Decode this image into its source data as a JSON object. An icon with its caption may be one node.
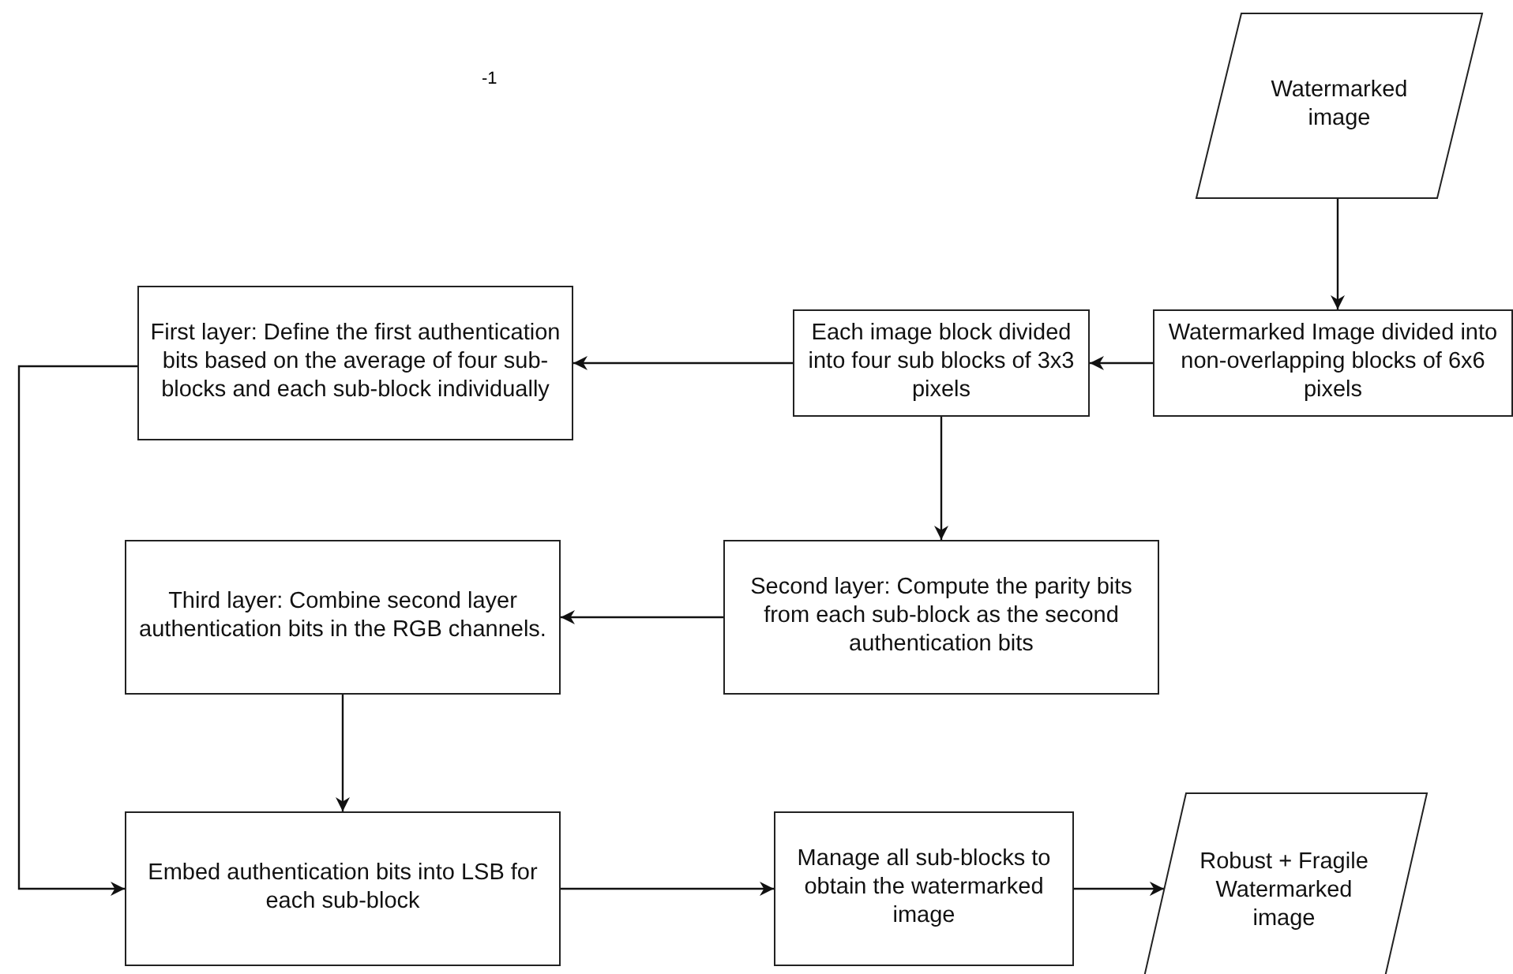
{
  "diagram": {
    "nodes": [
      {
        "text": [
          "Watermarked image"
        ]
      },
      {
        "text": [
          "Watermarked Image divided into non-overlapping blocks of 6x6 pixels"
        ]
      },
      {
        "text": [
          "Each image block divided into four sub blocks of 3x3 pixels"
        ]
      },
      {
        "text": [
          "First layer: Define the first authentication bits based on the average of four sub-blocks and each sub-block individually"
        ]
      },
      {
        "text": [
          "Second layer: Compute the parity bits from each sub-block as the second authentication bits"
        ]
      },
      {
        "text": [
          "Third layer: Combine second layer authentication bits in the RGB channels."
        ]
      },
      {
        "text": [
          "Embed authentication bits into LSB for each sub-block"
        ]
      },
      {
        "text": [
          "Manage all sub-blocks to obtain the watermarked image"
        ]
      },
      {
        "text": [
          "Robust + Fragile Watermarked image"
        ]
      }
    ],
    "edges": [
      {
        "from": 0,
        "to": 1,
        "arrow": "to"
      },
      {
        "from": 1,
        "to": 2,
        "arrow": "to"
      },
      {
        "from": 2,
        "to": 3,
        "arrow": "to"
      },
      {
        "from": 2,
        "to": 4,
        "arrow": "to"
      },
      {
        "from": 4,
        "to": 5,
        "arrow": "to"
      },
      {
        "from": 5,
        "to": 6,
        "arrow": "to"
      },
      {
        "from": 3,
        "to": 6,
        "arrow": "to"
      },
      {
        "from": 6,
        "to": 7,
        "arrow": "to"
      },
      {
        "from": 7,
        "to": 8,
        "arrow": "to"
      }
    ],
    "labels": [
      "-1"
    ]
  }
}
